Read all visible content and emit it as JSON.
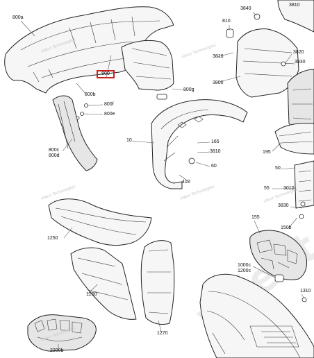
{
  "highlighted_part": "800",
  "watermark_text": "vNext Technologies",
  "watermark_big": "vNext",
  "labels": {
    "p800a": "800a",
    "p800b": "800b",
    "p800f": "800f",
    "p800e": "800e",
    "p800g": "800g",
    "p800c": "800c",
    "p800d": "800d",
    "p10": "10",
    "p165": "165",
    "p3810a": "3810",
    "p60": "60",
    "p410": "410",
    "p3840": "3840",
    "p3810b": "3810",
    "p810": "810",
    "p3810c": "3810",
    "p3800": "3800",
    "p3820": "3820",
    "p3830a": "3830",
    "p195": "195",
    "p50": "50",
    "p55": "55",
    "p3010": "3010",
    "p3830b": "3830",
    "p155": "155",
    "p150b": "150b",
    "p1000c": "1000c",
    "p1200c": "1200c",
    "p1310": "1310",
    "p1250": "1250",
    "p1260": "1260",
    "p1270": "1270",
    "p2200b": "2200b"
  }
}
